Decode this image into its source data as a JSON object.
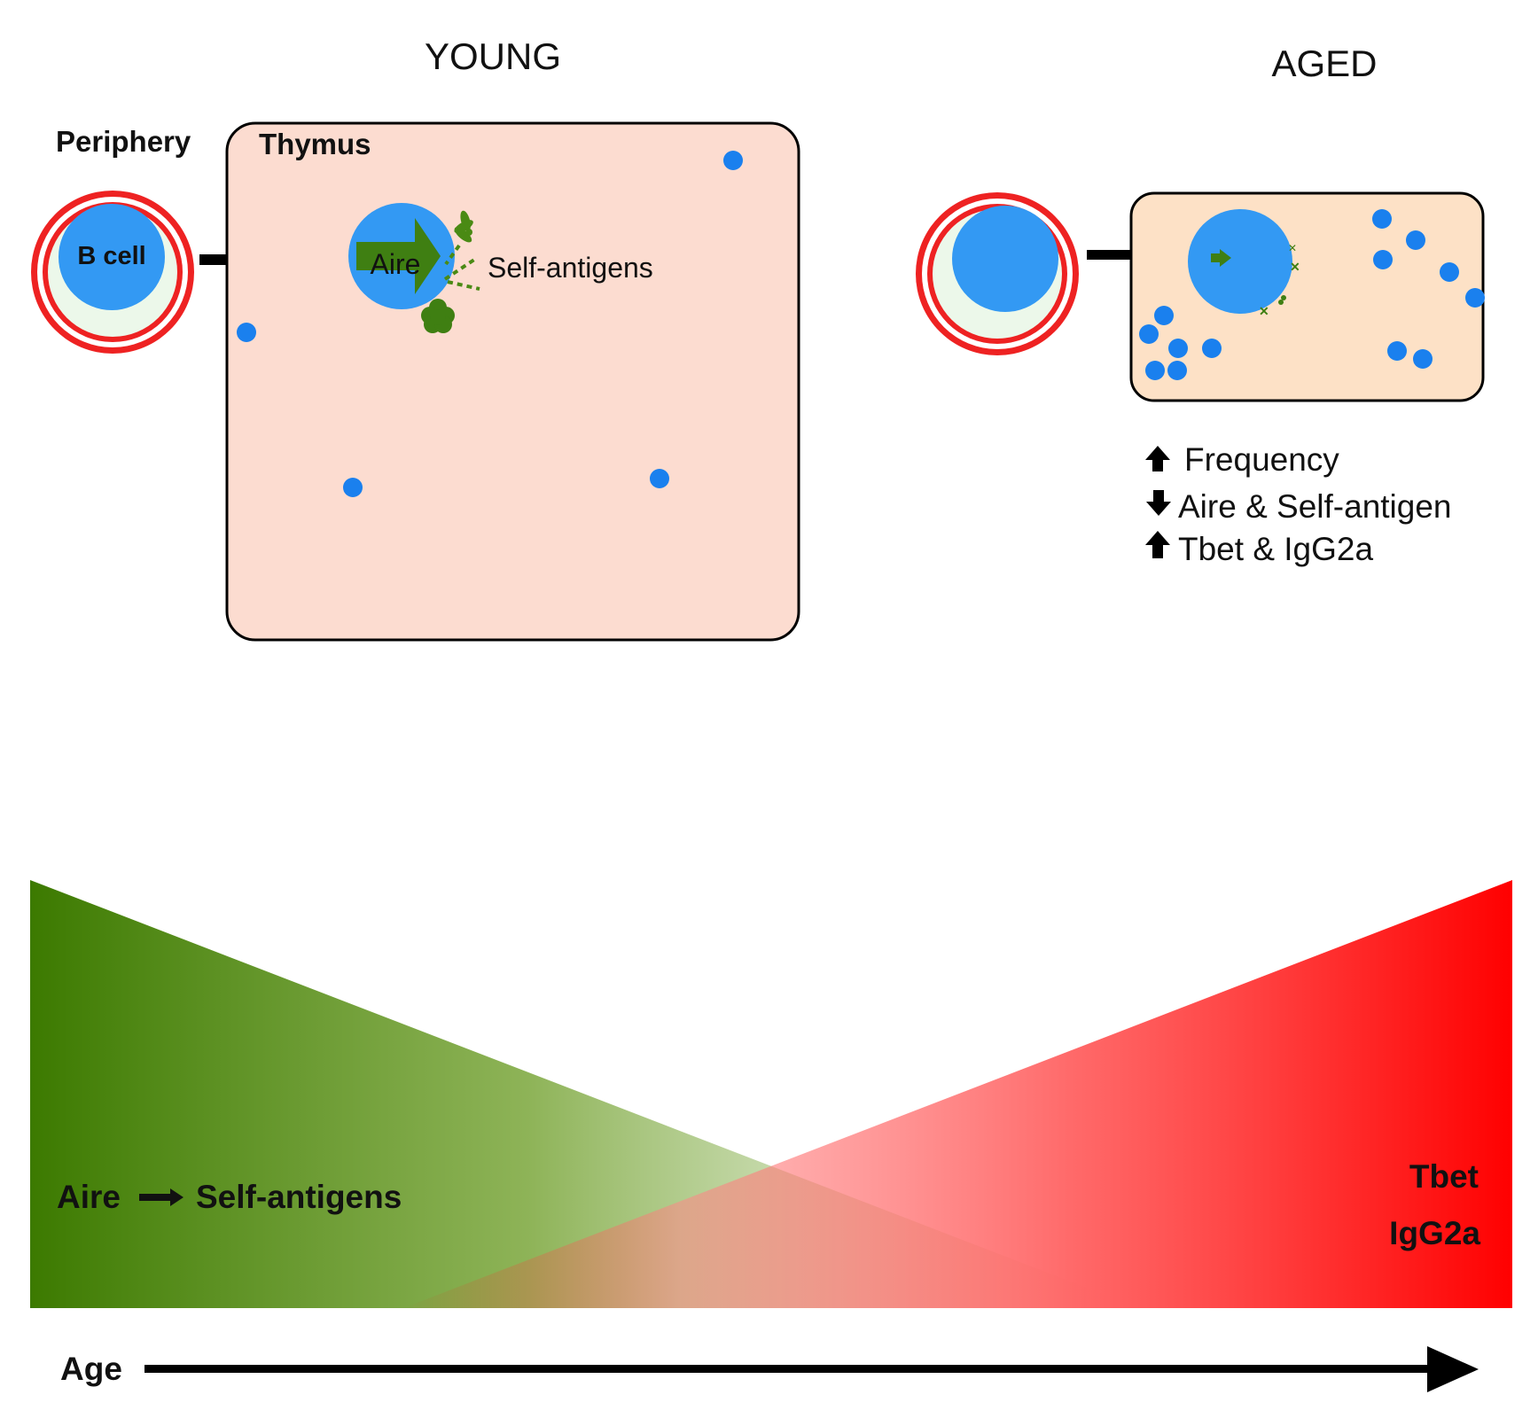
{
  "young": {
    "heading": "YOUNG",
    "periphery_label": "Periphery",
    "thymus_label": "Thymus",
    "b_cell_label": "B cell",
    "aire_label": "Aire",
    "self_antigens_label": "Self-antigens"
  },
  "aged": {
    "heading": "AGED",
    "changes": [
      {
        "direction": "up",
        "text": "Frequency"
      },
      {
        "direction": "down",
        "text": "Aire & Self-antigen"
      },
      {
        "direction": "up",
        "text": "Tbet & IgG2a"
      }
    ]
  },
  "gradients": {
    "left_text_a": "Aire",
    "left_text_b": "Self-antigens",
    "right_line_1": "Tbet",
    "right_line_2": "IgG2a",
    "left_color": "#3c7a00",
    "right_color": "#ff0000"
  },
  "age_axis": {
    "label": "Age"
  },
  "colors": {
    "b_cell_blue": "#3399f3",
    "thymus_young_fill": "#fcdcd0",
    "thymus_aged_fill": "#fde1c6",
    "vessel_red": "#ee2222",
    "antigen_green": "#3f7f12"
  }
}
